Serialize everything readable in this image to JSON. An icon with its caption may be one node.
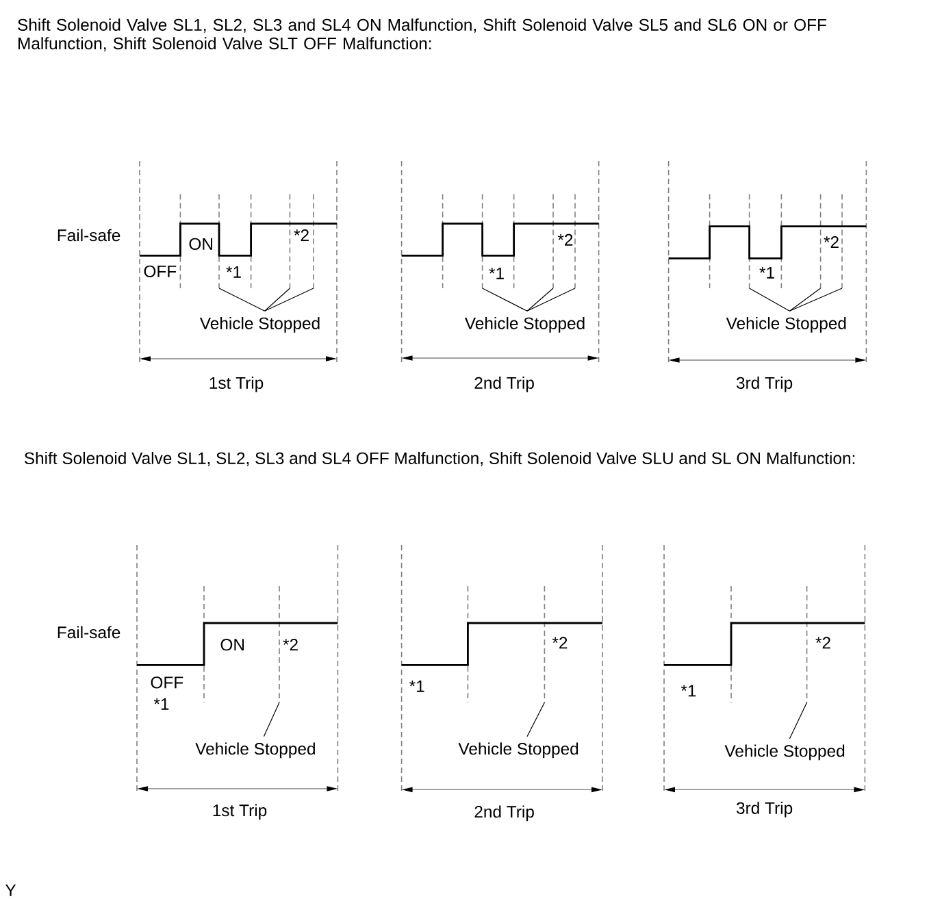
{
  "diagram": {
    "nodes": [
      {
        "text": [
          "Vehicle Stopped"
        ]
      },
      {
        "text": [
          "Vehicle Stopped"
        ]
      },
      {
        "text": [
          "Vehicle Stopped"
        ]
      },
      {
        "text": [
          "Vehicle Stopped"
        ]
      },
      {
        "text": [
          "Vehicle Stopped"
        ]
      },
      {
        "text": [
          "Vehicle Stopped"
        ]
      }
    ],
    "edges": [
      {
        "from": 0,
        "to": null,
        "arrow": "none"
      },
      {
        "from": 0,
        "to": null,
        "arrow": "none"
      },
      {
        "from": 0,
        "to": null,
        "arrow": "none"
      },
      {
        "from": 1,
        "to": null,
        "arrow": "none"
      },
      {
        "from": 1,
        "to": null,
        "arrow": "none"
      },
      {
        "from": 1,
        "to": null,
        "arrow": "none"
      },
      {
        "from": 2,
        "to": null,
        "arrow": "none"
      },
      {
        "from": 2,
        "to": null,
        "arrow": "none"
      },
      {
        "from": 2,
        "to": null,
        "arrow": "none"
      },
      {
        "from": 3,
        "to": null,
        "arrow": "none"
      },
      {
        "from": 4,
        "to": null,
        "arrow": "none"
      },
      {
        "from": 5,
        "to": null,
        "arrow": "none"
      }
    ],
    "labels": [
      "Shift Solenoid Valve SL1, SL2, SL3 and SL4 ON Malfunction, Shift Solenoid Valve SL5 and SL6 ON or OFF Malfunction, Shift Solenoid Valve SLT OFF Malfunction:",
      "Fail-safe",
      "ON",
      "*2",
      "OFF",
      "*1",
      "1st Trip",
      "*2",
      "*1",
      "2nd Trip",
      "*2",
      "*1",
      "3rd Trip",
      "Shift Solenoid Valve SL1, SL2, SL3 and SL4 OFF Malfunction, Shift Solenoid Valve SLU and SL ON Malfunction:",
      "Fail-safe",
      "ON",
      "*2",
      "OFF",
      "*1",
      "1st Trip",
      "*2",
      "*1",
      "2nd Trip",
      "*2",
      "*1",
      "3rd Trip",
      "Y"
    ]
  }
}
